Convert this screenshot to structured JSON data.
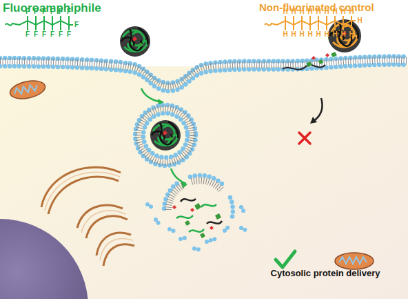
{
  "diagram": {
    "labels": [
      "Fluoroamphiphile",
      "F",
      "F",
      "F",
      "F",
      "F",
      "F",
      "F",
      "F",
      "F",
      "F",
      "F",
      "F",
      "F",
      "Non-fluorinated control",
      "H",
      "H",
      "H",
      "H",
      "H",
      "H",
      "H",
      "H",
      "H",
      "H",
      "H",
      "H",
      "H",
      "H",
      "H",
      "H",
      "H",
      "H",
      "H",
      "Cytosolic protein delivery"
    ]
  }
}
